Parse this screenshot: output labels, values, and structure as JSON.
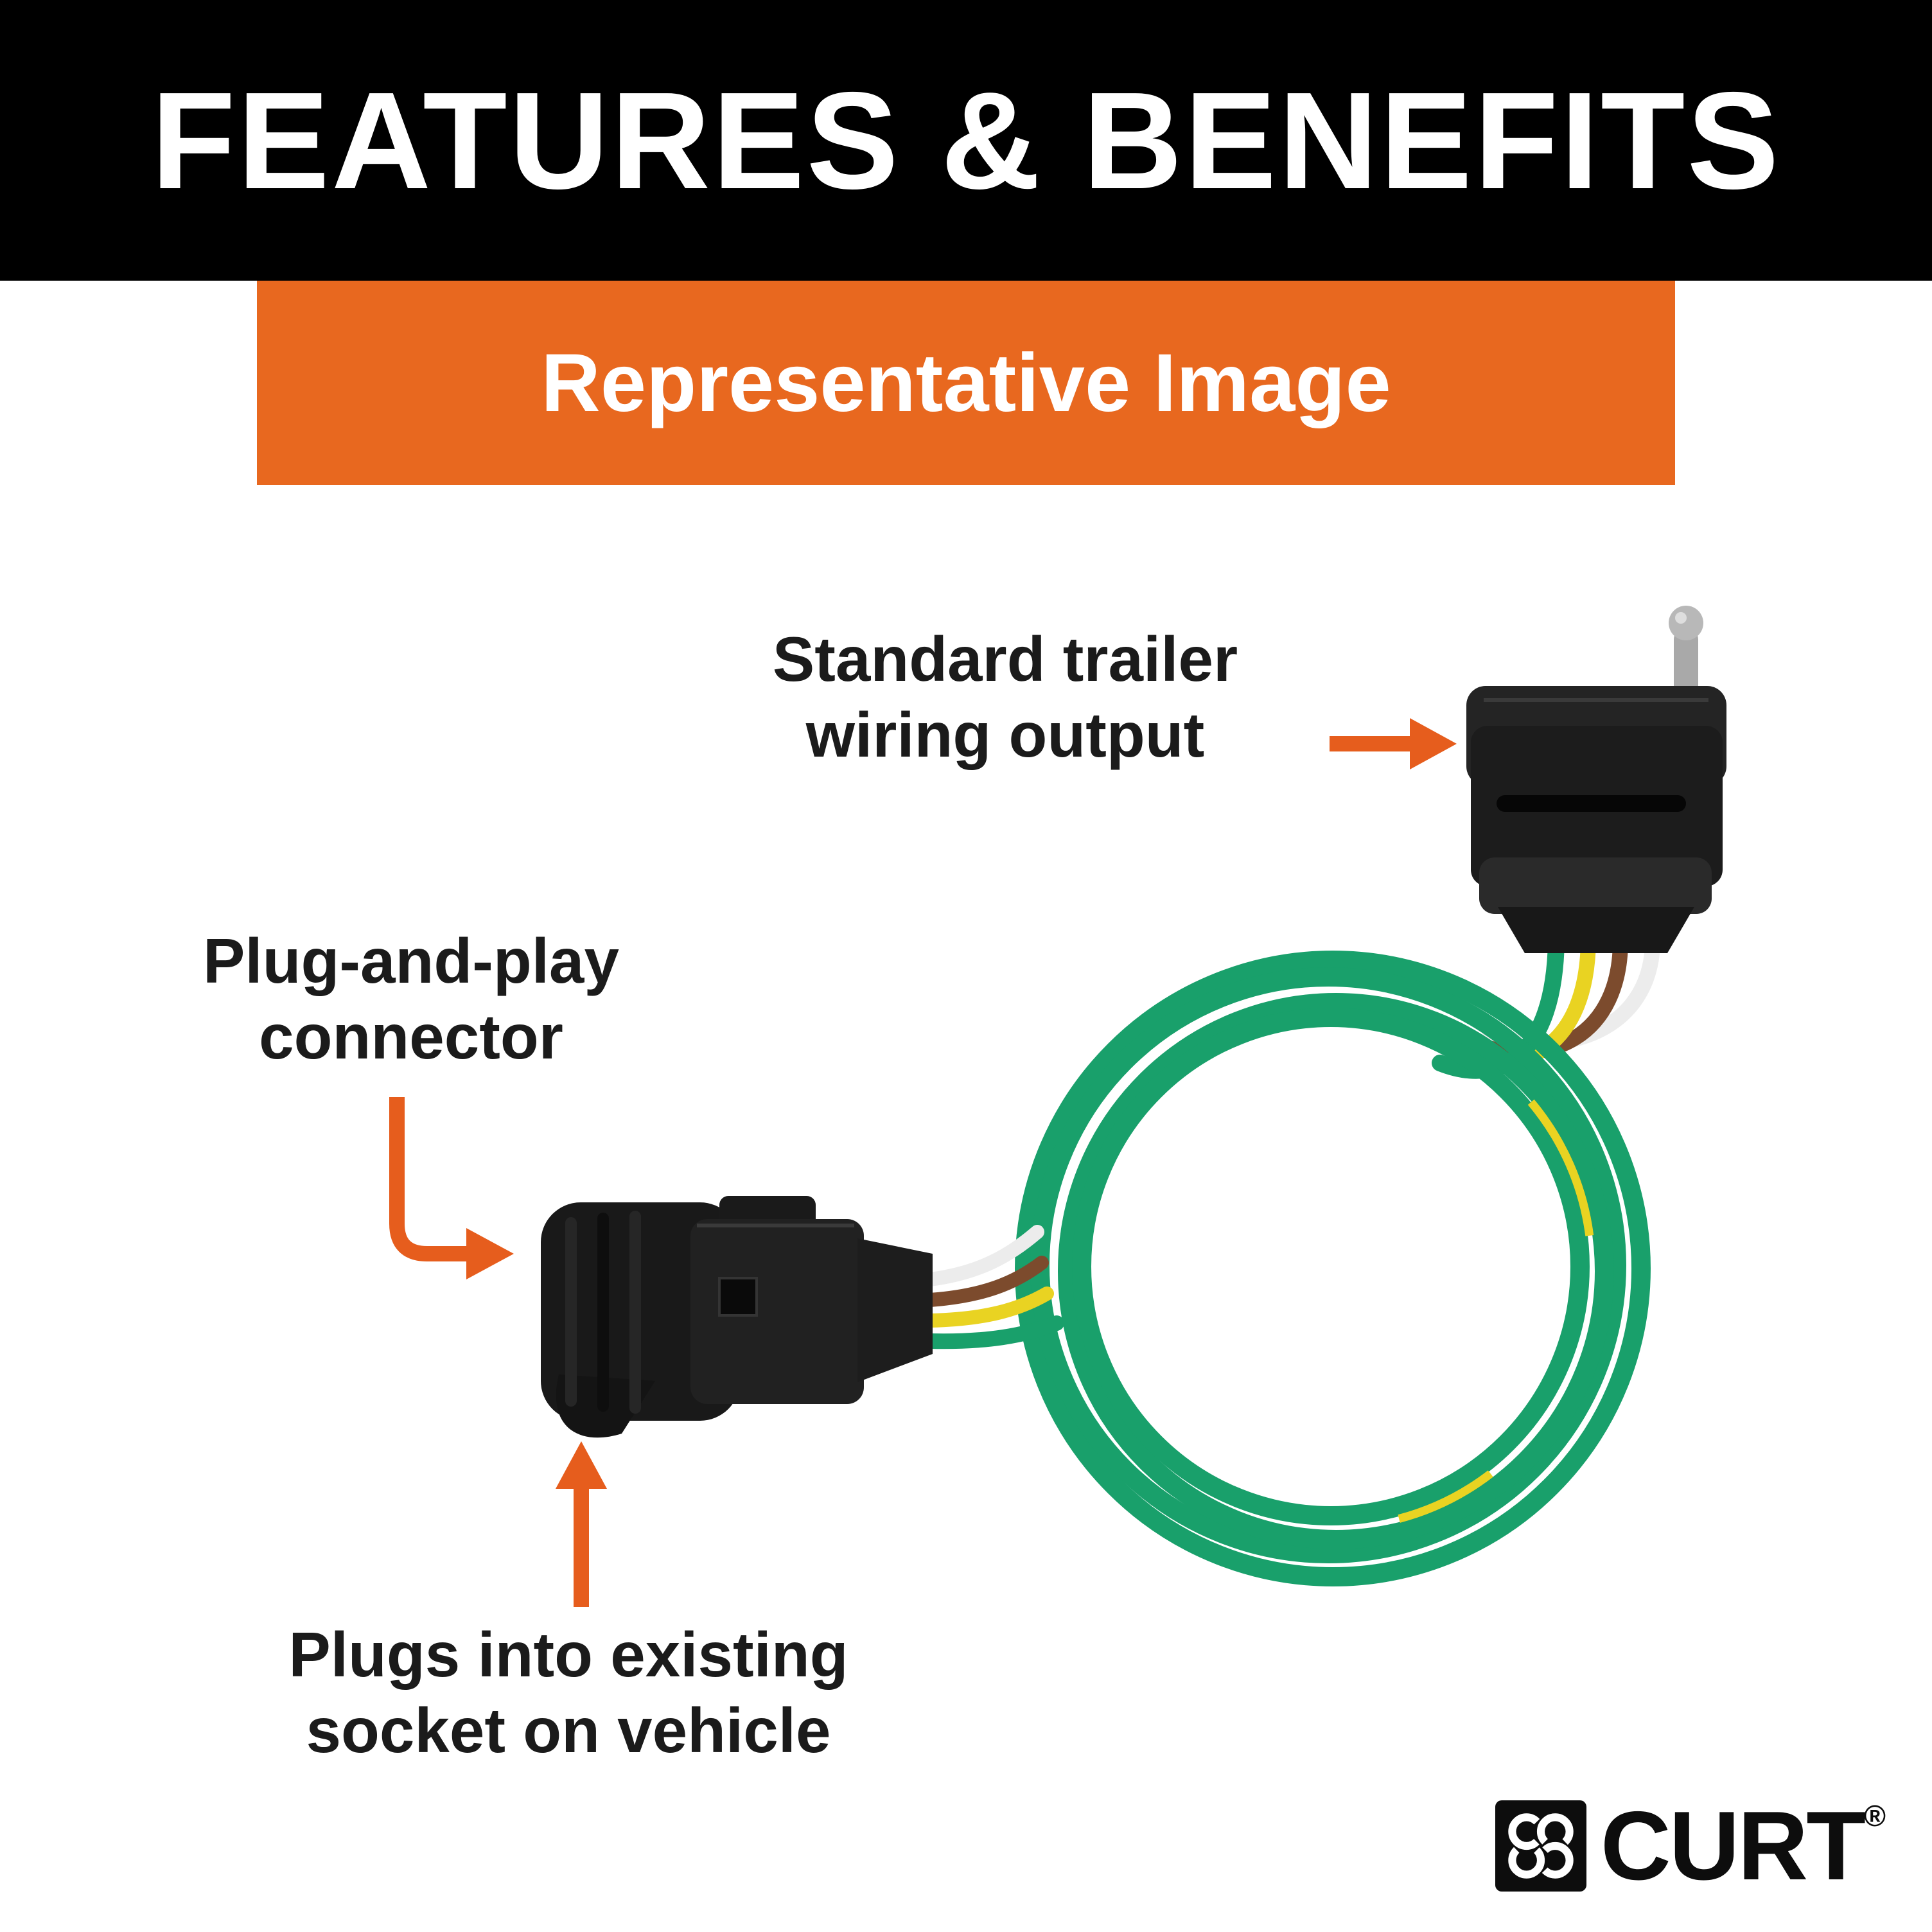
{
  "header": {
    "title": "FEATURES & BENEFITS"
  },
  "subheader": {
    "title": "Representative Image"
  },
  "labels": {
    "output": {
      "line1": "Standard trailer",
      "line2": "wiring output"
    },
    "connector": {
      "line1": "Plug-and-play",
      "line2": "connector"
    },
    "socket": {
      "line1": "Plugs into existing",
      "line2": "socket on vehicle"
    }
  },
  "logo": {
    "brand": "CURT",
    "registered": "®"
  },
  "colors": {
    "banner_black": "#000000",
    "banner_orange": "#e8681f",
    "arrow_orange": "#e65d1d",
    "text_dark": "#1b1b1b",
    "wire_green": "#19a06b",
    "wire_yellow": "#e9d322",
    "wire_brown": "#7c4b2d",
    "wire_white": "#ececec",
    "connector_black": "#1c1c1c",
    "metal_gray": "#a9a9a9"
  }
}
